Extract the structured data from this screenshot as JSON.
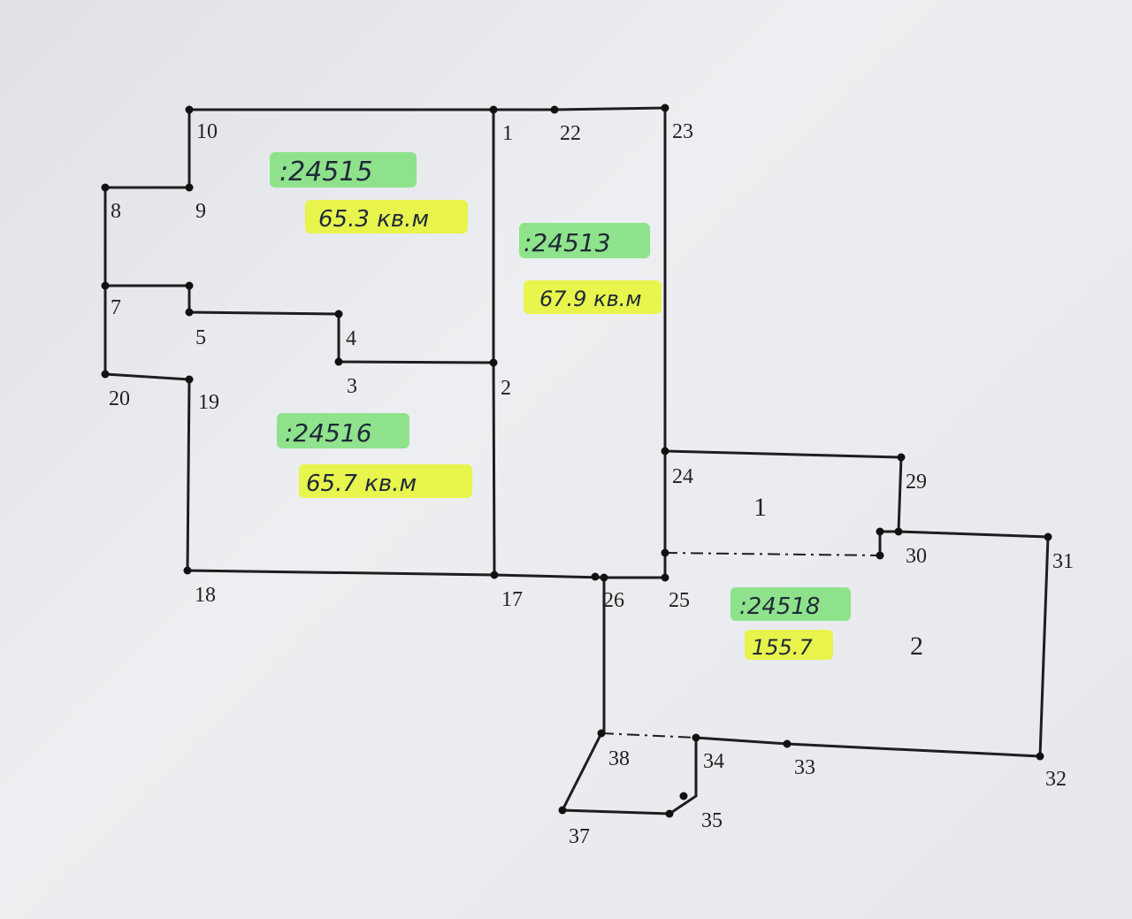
{
  "point_labels": {
    "p1": "1",
    "p2": "2",
    "p3": "3",
    "p4": "4",
    "p5": "5",
    "p7": "7",
    "p8": "8",
    "p9": "9",
    "p10": "10",
    "p17": "17",
    "p18": "18",
    "p19": "19",
    "p20": "20",
    "p22": "22",
    "p23": "23",
    "p24": "24",
    "p25": "25",
    "p26": "26",
    "p29": "29",
    "p30": "30",
    "p31": "31",
    "p32": "32",
    "p33": "33",
    "p34": "34",
    "p35": "35",
    "p37": "37",
    "p38": "38"
  },
  "parcels": [
    {
      "id": ":24515",
      "area": "65.3 кв.м"
    },
    {
      "id": ":24513",
      "area": "67.9 кв.м"
    },
    {
      "id": ":24516",
      "area": "65.7 кв.м"
    },
    {
      "id": ":24518",
      "area": "155.7"
    }
  ],
  "part_labels": {
    "part1": "1",
    "part2": "2"
  },
  "colors": {
    "id_highlight": "#7fe07a",
    "area_highlight": "#e8f53a",
    "line": "#1e1e1e"
  }
}
